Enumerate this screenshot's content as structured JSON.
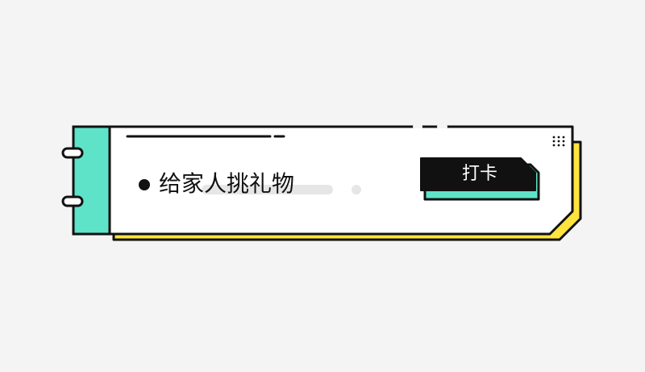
{
  "task": {
    "label": "给家人挑礼物",
    "bullet_icon": "filled-circle-bullet"
  },
  "checkin_button": {
    "label": "打卡",
    "color": "#111111",
    "shadow_color": "#5fe3c8"
  },
  "theme": {
    "page_background": "#f4f4f4",
    "card_background": "#ffffff",
    "accent_teal": "#5fe3c8",
    "accent_yellow": "#ffe43d",
    "outline": "#111111",
    "decor_gray": "#e6e6e6"
  },
  "icons": {
    "binder_rings": "binder-ring-icon",
    "corner_dots": "dot-grid-icon"
  }
}
